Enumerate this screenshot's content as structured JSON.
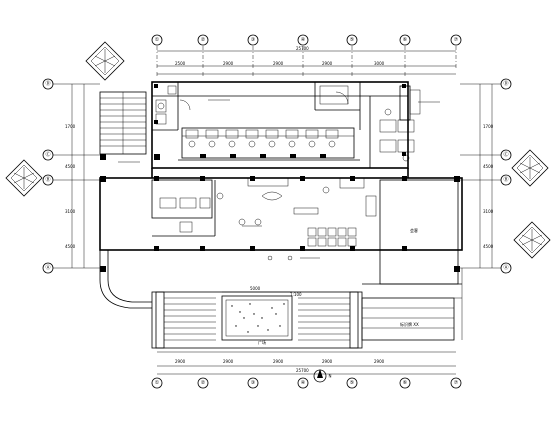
{
  "grid": {
    "columns": [
      "①",
      "②",
      "③",
      "④",
      "⑤",
      "⑥",
      "⑦"
    ],
    "rows": [
      "Ⓓ",
      "Ⓒ",
      "Ⓑ",
      "Ⓐ"
    ]
  },
  "dims": {
    "total_top": "25700",
    "seg_top": [
      "2500",
      "2900",
      "2900",
      "2900",
      "3000"
    ],
    "total_bottom": "25700",
    "seg_bottom": [
      "2900",
      "2900",
      "2900",
      "2900",
      "2900"
    ],
    "left_v": [
      "1700",
      "4500",
      "3100",
      "4500"
    ],
    "right_v": [
      "1700",
      "4500",
      "3100",
      "4500"
    ],
    "fountain_w": "5000"
  },
  "labels": {
    "room_right": "会客",
    "bottom_right_box": "标识牌 XX",
    "bottom_text": "广场",
    "title_scale": "1:100"
  },
  "north": "N"
}
